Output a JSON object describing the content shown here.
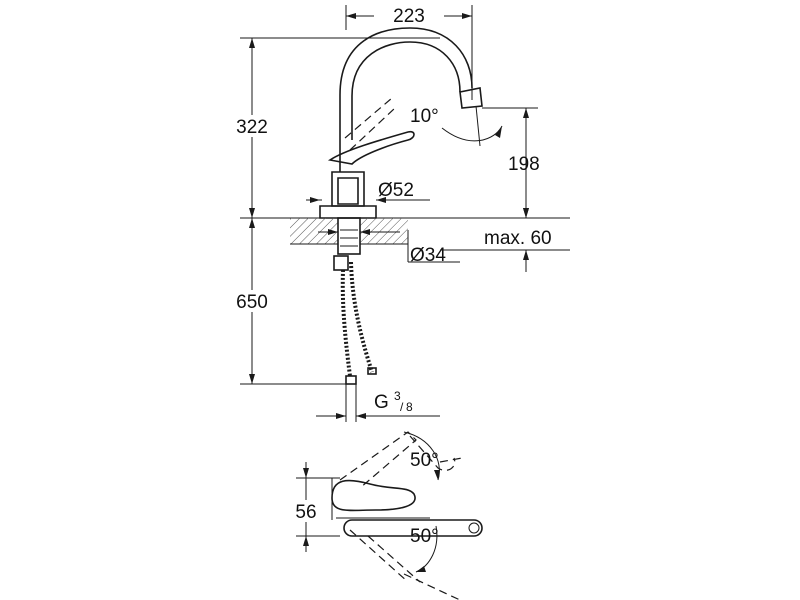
{
  "dimensions": {
    "width_top": "223",
    "height_total": "322",
    "angle_spout": "10°",
    "spout_height": "198",
    "base_diameter": "Ø52",
    "hole_diameter": "Ø34",
    "max_thickness": "max. 60",
    "hose_length": "650",
    "thread_main": "G",
    "thread_num": "3",
    "thread_den": "8",
    "handle_angle_up": "50°",
    "handle_angle_down": "50°",
    "handle_height": "56"
  },
  "colors": {
    "line": "#1a1a1a",
    "hatch": "#555555",
    "background": "#ffffff"
  }
}
